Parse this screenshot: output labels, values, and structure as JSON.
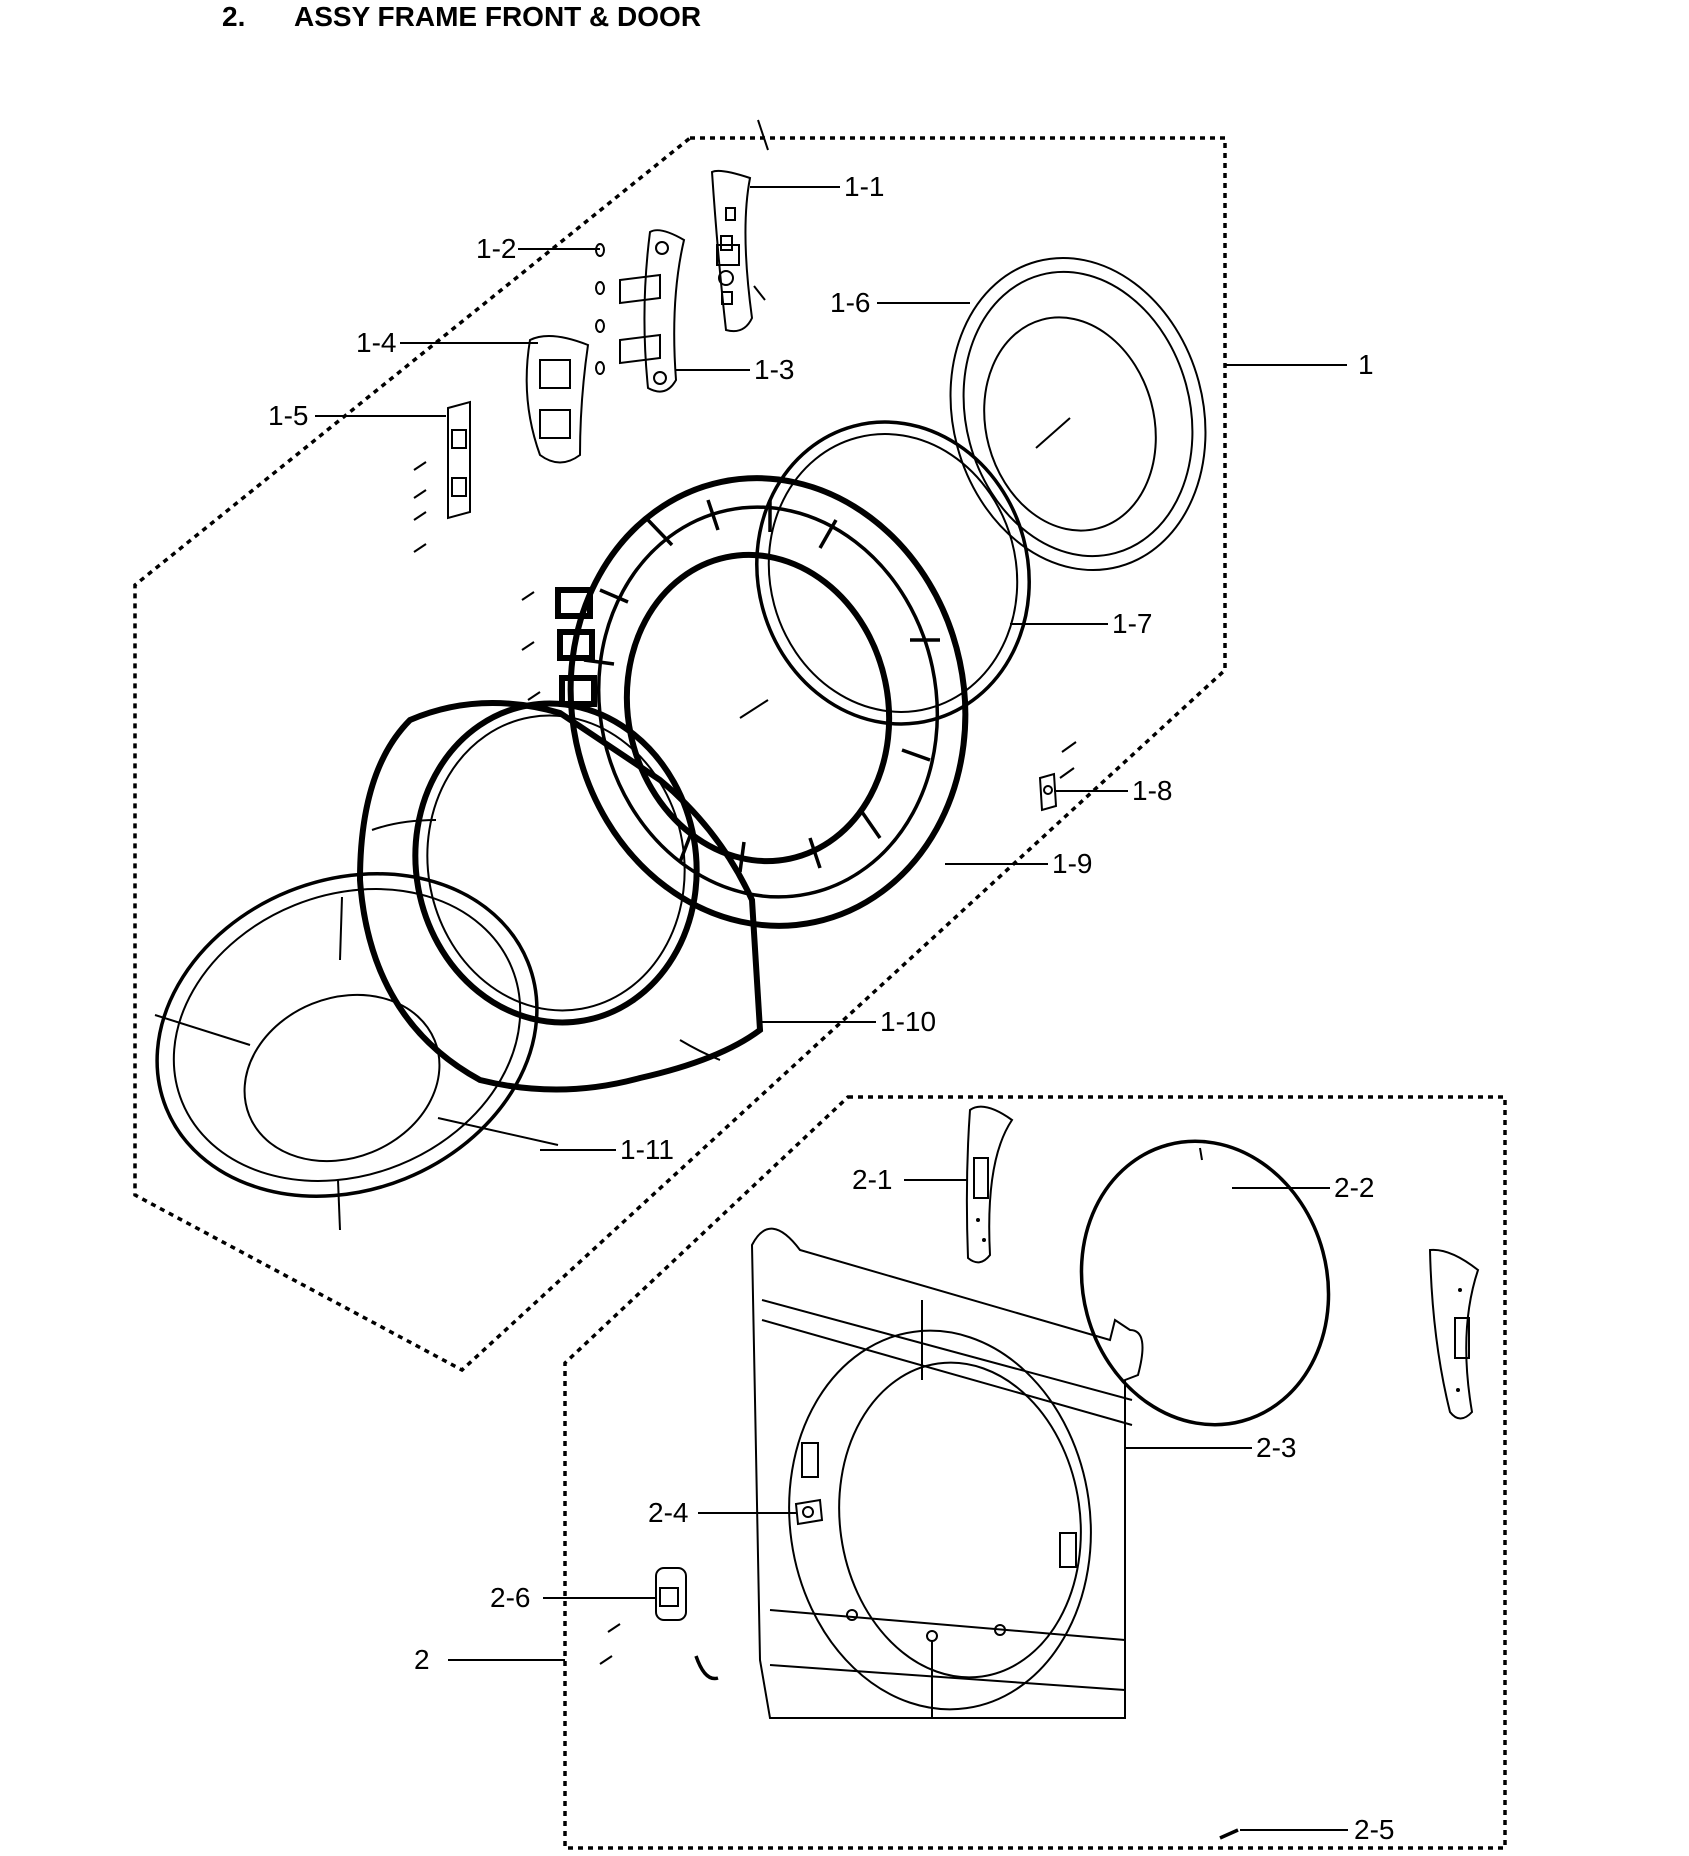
{
  "heading": {
    "number": "2.",
    "title": "ASSY FRAME FRONT & DOOR"
  },
  "labels": [
    {
      "id": "1",
      "text": "1"
    },
    {
      "id": "1-1",
      "text": "1-1"
    },
    {
      "id": "1-2",
      "text": "1-2"
    },
    {
      "id": "1-3",
      "text": "1-3"
    },
    {
      "id": "1-4",
      "text": "1-4"
    },
    {
      "id": "1-5",
      "text": "1-5"
    },
    {
      "id": "1-6",
      "text": "1-6"
    },
    {
      "id": "1-7",
      "text": "1-7"
    },
    {
      "id": "1-8",
      "text": "1-8"
    },
    {
      "id": "1-9",
      "text": "1-9"
    },
    {
      "id": "1-10",
      "text": "1-10"
    },
    {
      "id": "1-11",
      "text": "1-11"
    },
    {
      "id": "2",
      "text": "2"
    },
    {
      "id": "2-1",
      "text": "2-1"
    },
    {
      "id": "2-2",
      "text": "2-2"
    },
    {
      "id": "2-3",
      "text": "2-3"
    },
    {
      "id": "2-4",
      "text": "2-4"
    },
    {
      "id": "2-5",
      "text": "2-5"
    },
    {
      "id": "2-6",
      "text": "2-6"
    }
  ]
}
